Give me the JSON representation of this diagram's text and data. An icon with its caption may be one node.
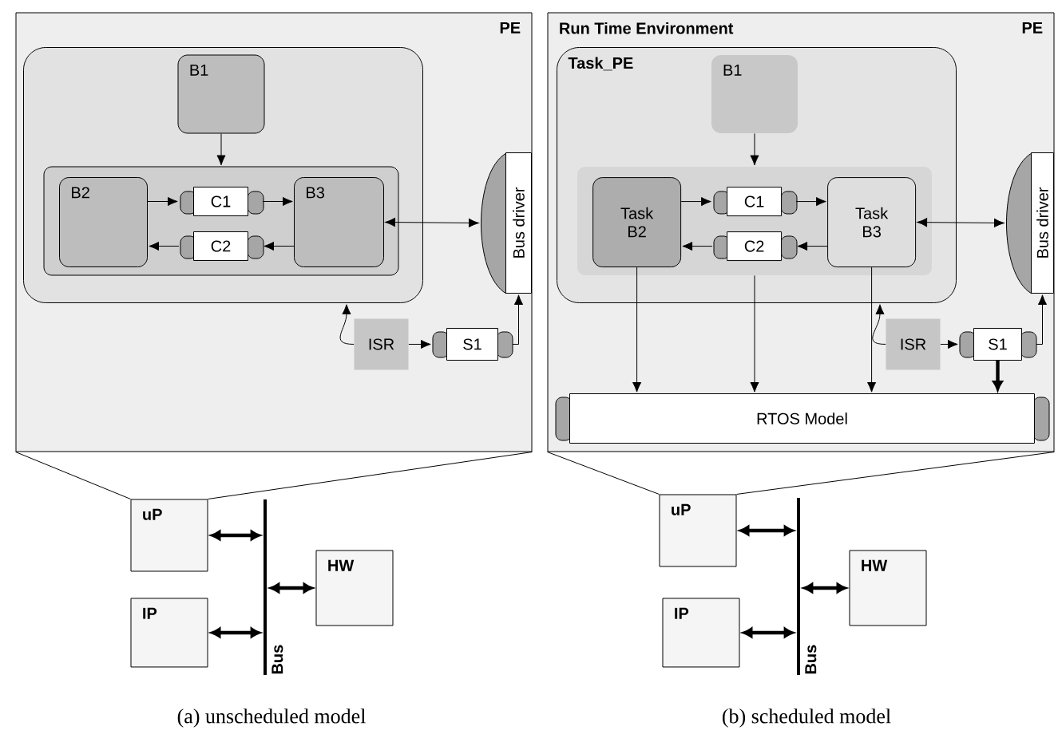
{
  "diagram": {
    "nodes": [
      {
        "text": [
          "PE"
        ]
      },
      {
        "text": [],
        "shape": "box",
        "in": 0
      },
      {
        "text": [
          "B1"
        ],
        "in": 1
      },
      {
        "text": [],
        "shape": "box",
        "in": 1
      },
      {
        "text": [
          "B2"
        ],
        "in": 3
      },
      {
        "text": [
          "C1"
        ],
        "in": 3
      },
      {
        "text": [
          "C2"
        ],
        "in": 3
      },
      {
        "text": [
          "B3"
        ],
        "in": 3
      },
      {
        "text": [
          "Bus driver"
        ],
        "in": 0
      },
      {
        "text": [
          "ISR"
        ],
        "in": 0
      },
      {
        "text": [
          "S1"
        ],
        "in": 0
      },
      {
        "text": [
          "uP"
        ]
      },
      {
        "text": [
          "IP"
        ]
      },
      {
        "text": [
          "Bus"
        ]
      },
      {
        "text": [
          "HW"
        ]
      },
      {
        "text": [
          "Run Time Environment",
          "PE"
        ]
      },
      {
        "text": [
          "Task_PE"
        ],
        "in": 15
      },
      {
        "text": [
          "B1"
        ],
        "in": 16
      },
      {
        "text": [],
        "shape": "box",
        "in": 16
      },
      {
        "text": [
          "Task B2"
        ],
        "in": 18
      },
      {
        "text": [
          "C1"
        ],
        "in": 18
      },
      {
        "text": [
          "C2"
        ],
        "in": 18
      },
      {
        "text": [
          "Task B3"
        ],
        "in": 18
      },
      {
        "text": [
          "Bus driver"
        ],
        "in": 15
      },
      {
        "text": [
          "ISR"
        ],
        "in": 15
      },
      {
        "text": [
          "S1"
        ],
        "in": 15
      },
      {
        "text": [
          "RTOS Model"
        ],
        "in": 15
      },
      {
        "text": [
          "uP"
        ]
      },
      {
        "text": [
          "IP"
        ]
      },
      {
        "text": [
          "Bus"
        ]
      },
      {
        "text": [
          "HW"
        ]
      }
    ],
    "edges": [
      {
        "from": 2,
        "to": 3,
        "arrow": "to"
      },
      {
        "from": 4,
        "to": 5,
        "arrow": "to"
      },
      {
        "from": 5,
        "to": 7,
        "arrow": "to"
      },
      {
        "from": 7,
        "to": 6,
        "arrow": "to"
      },
      {
        "from": 6,
        "to": 4,
        "arrow": "to"
      },
      {
        "from": 7,
        "to": 8,
        "arrow": "both"
      },
      {
        "from": 9,
        "to": 1,
        "arrow": "to"
      },
      {
        "from": 9,
        "to": 10,
        "arrow": "to"
      },
      {
        "from": 10,
        "to": 8,
        "arrow": "to"
      },
      {
        "from": 0,
        "to": 11,
        "arrow": "none"
      },
      {
        "from": 0,
        "to": 11,
        "arrow": "none"
      },
      {
        "from": 11,
        "to": 13,
        "arrow": "both",
        "style": "thick"
      },
      {
        "from": 12,
        "to": 13,
        "arrow": "both",
        "style": "thick"
      },
      {
        "from": 13,
        "to": 14,
        "arrow": "both",
        "style": "thick"
      },
      {
        "from": 17,
        "to": 18,
        "arrow": "to"
      },
      {
        "from": 19,
        "to": 20,
        "arrow": "to"
      },
      {
        "from": 20,
        "to": 22,
        "arrow": "to"
      },
      {
        "from": 22,
        "to": 21,
        "arrow": "to"
      },
      {
        "from": 21,
        "to": 19,
        "arrow": "to"
      },
      {
        "from": 22,
        "to": 23,
        "arrow": "both"
      },
      {
        "from": 24,
        "to": 16,
        "arrow": "to"
      },
      {
        "from": 24,
        "to": 25,
        "arrow": "to"
      },
      {
        "from": 25,
        "to": 23,
        "arrow": "to"
      },
      {
        "from": 19,
        "to": 26,
        "arrow": "to"
      },
      {
        "from": 18,
        "to": 26,
        "arrow": "to"
      },
      {
        "from": 22,
        "to": 26,
        "arrow": "to"
      },
      {
        "from": 25,
        "to": 26,
        "arrow": "to",
        "style": "thick"
      },
      {
        "from": 15,
        "to": 27,
        "arrow": "none"
      },
      {
        "from": 15,
        "to": 27,
        "arrow": "none"
      },
      {
        "from": 27,
        "to": 29,
        "arrow": "both",
        "style": "thick"
      },
      {
        "from": 28,
        "to": 29,
        "arrow": "both",
        "style": "thick"
      },
      {
        "from": 29,
        "to": 30,
        "arrow": "both",
        "style": "thick"
      }
    ],
    "labels": [
      "(a) unscheduled model",
      "(b) scheduled model"
    ]
  }
}
